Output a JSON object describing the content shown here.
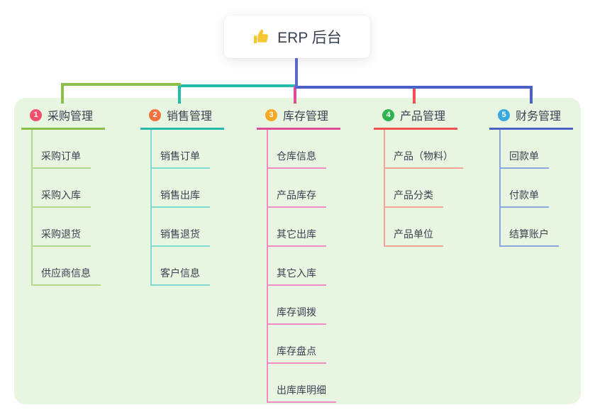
{
  "root": {
    "label": "ERP 后台",
    "icon": "thumbs-up-icon"
  },
  "colors": {
    "canvas_bg": "#ffffff",
    "panel_bg": "#E7F5E1",
    "text": "#3A4252",
    "root_line": "#5A6AD2"
  },
  "branches": [
    {
      "num": "1",
      "label": "采购管理",
      "badge_color": "#F0506C",
      "line_color": "#8CBE4E",
      "child_line_color": "#B4D88A",
      "children": [
        "采购订单",
        "采购入库",
        "采购退货",
        "供应商信息"
      ]
    },
    {
      "num": "2",
      "label": "销售管理",
      "badge_color": "#F2713C",
      "line_color": "#26BCAC",
      "child_line_color": "#82DACE",
      "children": [
        "销售订单",
        "销售出库",
        "销售退货",
        "客户信息"
      ]
    },
    {
      "num": "3",
      "label": "库存管理",
      "badge_color": "#F7A823",
      "line_color": "#DD4C9B",
      "child_line_color": "#F28CC5",
      "children": [
        "仓库信息",
        "产品库存",
        "其它出库",
        "其它入库",
        "库存调拨",
        "库存盘点",
        "出库库明细"
      ]
    },
    {
      "num": "4",
      "label": "产品管理",
      "badge_color": "#2FB350",
      "line_color": "#F0504E",
      "child_line_color": "#F8A09A",
      "children": [
        "产品（物料）",
        "产品分类",
        "产品单位"
      ]
    },
    {
      "num": "5",
      "label": "财务管理",
      "badge_color": "#38A9DE",
      "line_color": "#4A62C8",
      "child_line_color": "#8CA6DE",
      "children": [
        "回款单",
        "付款单",
        "结算账户"
      ]
    }
  ]
}
